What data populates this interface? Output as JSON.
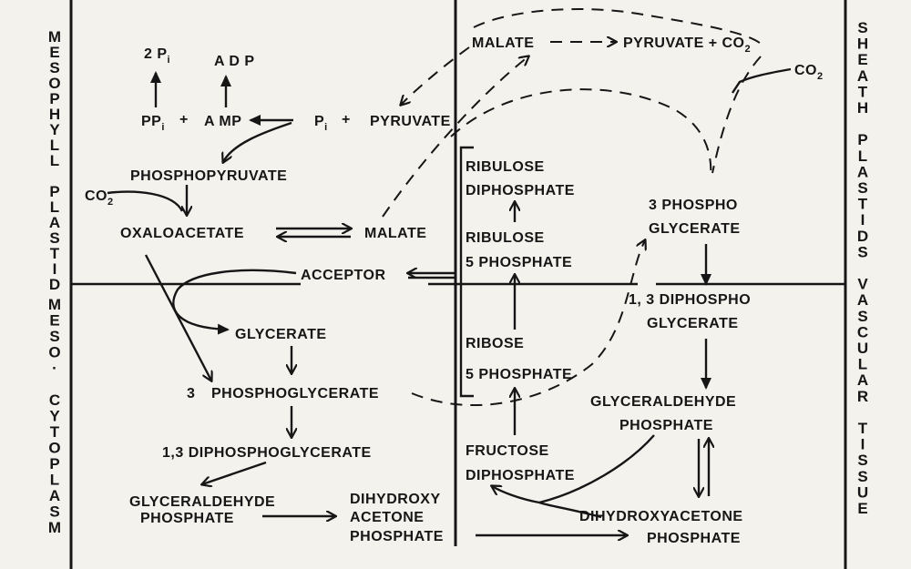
{
  "side_labels": {
    "left_upper": [
      "M",
      "E",
      "S",
      "O",
      "P",
      "H",
      "Y",
      "L",
      "L",
      "",
      "P",
      "L",
      "A",
      "S",
      "T",
      "I",
      "D"
    ],
    "left_lower": [
      "M",
      "E",
      "S",
      "O",
      "·",
      "",
      "C",
      "Y",
      "T",
      "O",
      "P",
      "L",
      "A",
      "S",
      "M"
    ],
    "right": [
      "S",
      "H",
      "E",
      "A",
      "T",
      "H",
      "",
      "P",
      "L",
      "A",
      "S",
      "T",
      "I",
      "D",
      "S",
      "",
      "V",
      "A",
      "S",
      "C",
      "U",
      "L",
      "A",
      "R",
      "",
      "T",
      "I",
      "S",
      "S",
      "U",
      "E"
    ]
  },
  "labels": {
    "two_pi": "2 P",
    "two_pi_sub": "i",
    "adp": "A D P",
    "ppi": "PP",
    "ppi_sub": "i",
    "plus1": "+",
    "amp": "A MP",
    "pi": "P",
    "pi_sub": "i",
    "plus2": "+",
    "pyruvate_left": "PYRUVATE",
    "phosphopyruvate": "PHOSPHOPYRUVATE",
    "co2_left": "CO",
    "co2_left_sub": "2",
    "oxaloacetate": "OXALOACETATE",
    "malate_left": "MALATE",
    "acceptor": "ACCEPTOR",
    "glycerate": "GLYCERATE",
    "three_pga_left_num": "3",
    "three_pga_left": "PHOSPHOGLYCERATE",
    "diphosphoglycerate_left": "1,3  DIPHOSPHOGLYCERATE",
    "glyceraldehyde_left_1": "GLYCERALDEHYDE",
    "glyceraldehyde_left_2": "PHOSPHATE",
    "dhap_center_1": "DIHYDROXY",
    "dhap_center_2": "ACETONE",
    "dhap_center_3": "PHOSPHATE",
    "malate_top": "MALATE",
    "pyruvate_top": "PYRUVATE + CO",
    "pyruvate_top_sub": "2",
    "co2_right": "CO",
    "co2_right_sub": "2",
    "rudp_1": "RIBULOSE",
    "rudp_2": "DIPHOSPHATE",
    "ru5p_1": "RIBULOSE",
    "ru5p_2": "5 PHOSPHATE",
    "r5p_1": "RIBOSE",
    "r5p_2": "5 PHOSPHATE",
    "fdp_1": "FRUCTOSE",
    "fdp_2": "DIPHOSPHATE",
    "pga_right_1": "3 PHOSPHO",
    "pga_right_2": "GLYCERATE",
    "dpga_right_1": "1, 3  DIPHOSPHO",
    "dpga_right_2": "GLYCERATE",
    "gap_right_1": "GLYCERALDEHYDE",
    "gap_right_2": "PHOSPHATE",
    "dhap_right_1": "DIHYDROXYACETONE",
    "dhap_right_2": "PHOSPHATE"
  }
}
